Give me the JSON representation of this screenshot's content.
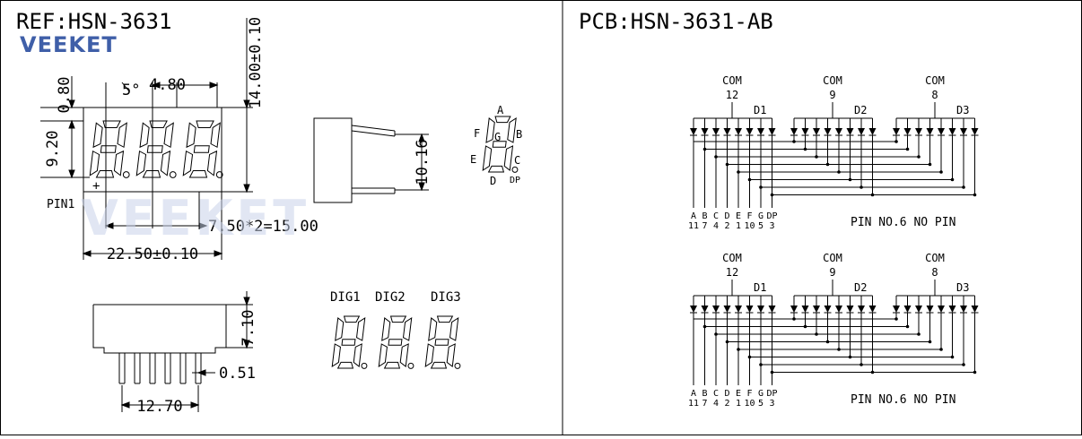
{
  "left_panel": {
    "title": "REF:HSN-3631",
    "logo_text": "VEEKET",
    "watermark_text": "VEEKET",
    "dimensions": {
      "height_total": "14.00±0.10",
      "top_margin": "0.80",
      "digit_height": "9.20",
      "slant": "5°",
      "digit_width": "4.80",
      "pitch": "7.50*2=15.00",
      "width_total": "22.50±0.10",
      "side_height": "10.16",
      "body_height": "7.10",
      "pin_width": "0.51",
      "pin_span": "12.70"
    },
    "pin1_label": "PIN1",
    "plus_mark": "+",
    "segment_labels": {
      "a": "A",
      "b": "B",
      "c": "C",
      "d": "D",
      "e": "E",
      "f": "F",
      "g": "G",
      "dp": "DP"
    },
    "digit_labels": [
      "DIG1",
      "DIG2",
      "DIG3"
    ]
  },
  "right_panel": {
    "title": "PCB:HSN-3631-AB",
    "circuits": [
      {
        "commons": [
          {
            "label": "COM",
            "pin": "12",
            "digit": "D1"
          },
          {
            "label": "COM",
            "pin": "9",
            "digit": "D2"
          },
          {
            "label": "COM",
            "pin": "8",
            "digit": "D3"
          }
        ],
        "segment_names": [
          "A",
          "B",
          "C",
          "D",
          "E",
          "F",
          "G",
          "DP"
        ],
        "segment_pins": [
          "11",
          "7",
          "4",
          "2",
          "1",
          "10",
          "5",
          "3"
        ],
        "note": "PIN NO.6 NO PIN"
      },
      {
        "commons": [
          {
            "label": "COM",
            "pin": "12",
            "digit": "D1"
          },
          {
            "label": "COM",
            "pin": "9",
            "digit": "D2"
          },
          {
            "label": "COM",
            "pin": "8",
            "digit": "D3"
          }
        ],
        "segment_names": [
          "A",
          "B",
          "C",
          "D",
          "E",
          "F",
          "G",
          "DP"
        ],
        "segment_pins": [
          "11",
          "7",
          "4",
          "2",
          "1",
          "10",
          "5",
          "3"
        ],
        "note": "PIN NO.6 NO PIN"
      }
    ]
  }
}
